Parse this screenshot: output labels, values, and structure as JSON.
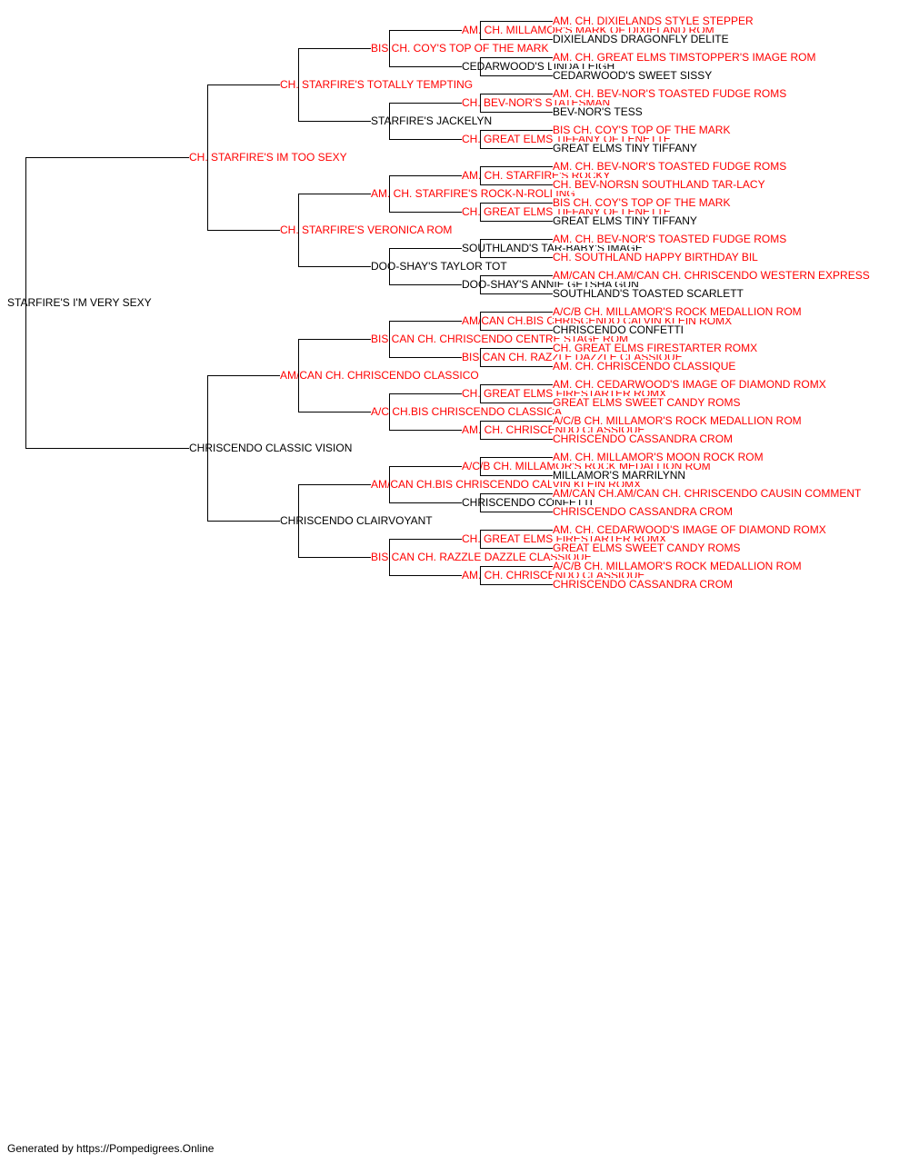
{
  "pedigree": {
    "subject": "STARFIRE'S I'M VERY SEXY",
    "sire": {
      "name": "CH. STARFIRE'S IM TOO SEXY",
      "champion": true,
      "sire": {
        "name": "CH. STARFIRE'S TOTALLY TEMPTING",
        "champion": true,
        "sire": {
          "name": "BIS CH. COY'S TOP OF THE MARK",
          "champion": true,
          "sire": {
            "name": "AM. CH. MILLAMOR'S MARK OF DIXIELAND ROM",
            "champion": true,
            "sire": {
              "name": "AM. CH. DIXIELANDS STYLE STEPPER",
              "champion": true
            },
            "dam": {
              "name": "DIXIELANDS DRAGONFLY DELITE",
              "champion": false
            }
          },
          "dam": {
            "name": "CEDARWOOD'S LINDA LEIGH",
            "champion": false,
            "sire": {
              "name": "AM. CH. GREAT ELMS TIMSTOPPER'S IMAGE ROM",
              "champion": true
            },
            "dam": {
              "name": "CEDARWOOD'S SWEET SISSY",
              "champion": false
            }
          }
        },
        "dam": {
          "name": "STARFIRE'S JACKELYN",
          "champion": false,
          "sire": {
            "name": "CH. BEV-NOR'S STATESMAN",
            "champion": true,
            "sire": {
              "name": "AM. CH. BEV-NOR'S TOASTED FUDGE ROMS",
              "champion": true
            },
            "dam": {
              "name": "BEV-NOR'S TESS",
              "champion": false
            }
          },
          "dam": {
            "name": "CH. GREAT ELMS TIFFANY OF LENETTE",
            "champion": true,
            "sire": {
              "name": "BIS CH. COY'S TOP OF THE MARK",
              "champion": true
            },
            "dam": {
              "name": "GREAT ELMS TINY TIFFANY",
              "champion": false
            }
          }
        }
      },
      "dam": {
        "name": "CH. STARFIRE'S VERONICA ROM",
        "champion": true,
        "sire": {
          "name": "AM. CH. STARFIRE'S ROCK-N-ROLLING",
          "champion": true,
          "sire": {
            "name": "AM. CH. STARFIRE'S ROCKY",
            "champion": true,
            "sire": {
              "name": "AM. CH. BEV-NOR'S TOASTED FUDGE ROMS",
              "champion": true
            },
            "dam": {
              "name": "CH. BEV-NORSN SOUTHLAND TAR-LACY",
              "champion": true
            }
          },
          "dam": {
            "name": "CH. GREAT ELMS TIFFANY OF LENETTE",
            "champion": true,
            "sire": {
              "name": "BIS CH. COY'S TOP OF THE MARK",
              "champion": true
            },
            "dam": {
              "name": "GREAT ELMS TINY TIFFANY",
              "champion": false
            }
          }
        },
        "dam": {
          "name": "DOO-SHAY'S TAYLOR TOT",
          "champion": false,
          "sire": {
            "name": "SOUTHLAND'S TAR-BABY'S IMAGE",
            "champion": false,
            "sire": {
              "name": "AM. CH. BEV-NOR'S TOASTED FUDGE ROMS",
              "champion": true
            },
            "dam": {
              "name": "CH. SOUTHLAND HAPPY BIRTHDAY BIL",
              "champion": true
            }
          },
          "dam": {
            "name": "DOO-SHAY'S ANNIE GETSHA GUN",
            "champion": false,
            "sire": {
              "name": "AM/CAN CH.AM/CAN CH. CHRISCENDO WESTERN EXPRESS",
              "champion": true
            },
            "dam": {
              "name": "SOUTHLAND'S TOASTED SCARLETT",
              "champion": false
            }
          }
        }
      }
    },
    "dam": {
      "name": "CHRISCENDO CLASSIC VISION",
      "champion": false,
      "sire": {
        "name": "AM/CAN CH. CHRISCENDO CLASSICO",
        "champion": true,
        "sire": {
          "name": "BIS CAN CH. CHRISCENDO CENTRE STAGE ROM",
          "champion": true,
          "sire": {
            "name": "AM/CAN CH.BIS CHRISCENDO CALVIN KLEIN ROMX",
            "champion": true,
            "sire": {
              "name": "A/C/B CH. MILLAMOR'S ROCK MEDALLION ROM",
              "champion": true
            },
            "dam": {
              "name": "CHRISCENDO CONFETTI",
              "champion": false
            }
          },
          "dam": {
            "name": "BIS CAN CH. RAZZLE DAZZLE CLASSIQUE",
            "champion": true,
            "sire": {
              "name": "CH. GREAT ELMS FIRESTARTER ROMX",
              "champion": true
            },
            "dam": {
              "name": "AM. CH. CHRISCENDO CLASSIQUE",
              "champion": true
            }
          }
        },
        "dam": {
          "name": "A/C CH.BIS CHRISCENDO CLASSICA",
          "champion": true,
          "sire": {
            "name": "CH. GREAT ELMS FIRESTARTER ROMX",
            "champion": true,
            "sire": {
              "name": "AM. CH. CEDARWOOD'S IMAGE OF DIAMOND ROMX",
              "champion": true
            },
            "dam": {
              "name": "GREAT ELMS SWEET CANDY ROMS",
              "champion": true
            }
          },
          "dam": {
            "name": "AM. CH. CHRISCENDO CLASSIQUE",
            "champion": true,
            "sire": {
              "name": "A/C/B CH. MILLAMOR'S ROCK MEDALLION ROM",
              "champion": true
            },
            "dam": {
              "name": "CHRISCENDO CASSANDRA CROM",
              "champion": true
            }
          }
        }
      },
      "dam": {
        "name": "CHRISCENDO CLAIRVOYANT",
        "champion": false,
        "sire": {
          "name": "AM/CAN CH.BIS CHRISCENDO CALVIN KLEIN ROMX",
          "champion": true,
          "sire": {
            "name": "A/C/B CH. MILLAMOR'S ROCK MEDALLION ROM",
            "champion": true,
            "sire": {
              "name": "AM. CH. MILLAMOR'S MOON ROCK ROM",
              "champion": true
            },
            "dam": {
              "name": "MILLAMOR'S MARRILYNN",
              "champion": false
            }
          },
          "dam": {
            "name": "CHRISCENDO CONFETTI",
            "champion": false,
            "sire": {
              "name": "AM/CAN CH.AM/CAN CH. CHRISCENDO CAUSIN COMMENT",
              "champion": true
            },
            "dam": {
              "name": "CHRISCENDO CASSANDRA CROM",
              "champion": true
            }
          }
        },
        "dam": {
          "name": "BIS CAN CH. RAZZLE DAZZLE CLASSIQUE",
          "champion": true,
          "sire": {
            "name": "CH. GREAT ELMS FIRESTARTER ROMX",
            "champion": true,
            "sire": {
              "name": "AM. CH. CEDARWOOD'S IMAGE OF DIAMOND ROMX",
              "champion": true
            },
            "dam": {
              "name": "GREAT ELMS SWEET CANDY ROMS",
              "champion": true
            }
          },
          "dam": {
            "name": "AM. CH. CHRISCENDO CLASSIQUE",
            "champion": true,
            "sire": {
              "name": "A/C/B CH. MILLAMOR'S ROCK MEDALLION ROM",
              "champion": true
            },
            "dam": {
              "name": "CHRISCENDO CASSANDRA CROM",
              "champion": true
            }
          }
        }
      }
    }
  },
  "footer": "Generated by https://Pompedigrees.Online",
  "colors": {
    "champion": "#ff0000",
    "regular": "#000000",
    "connector": "#000000"
  }
}
